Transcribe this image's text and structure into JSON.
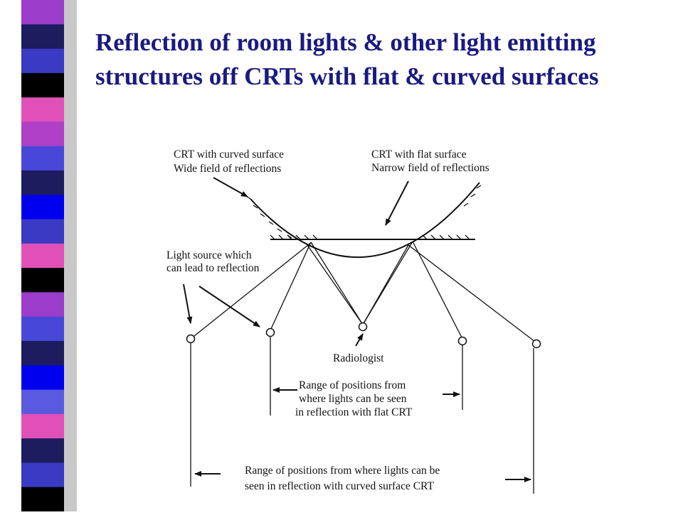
{
  "slide": {
    "title": "Reflection of room lights & other light emitting structures off CRTs with flat & curved surfaces"
  },
  "strip": {
    "colors": [
      "#9b3ccb",
      "#1c1c5e",
      "#3a3ac4",
      "#000000",
      "#e050b8",
      "#b040c8",
      "#4848d8",
      "#1c1c5e",
      "#0000ee",
      "#3a3ac4",
      "#e050b8",
      "#000000",
      "#9b3ccb",
      "#4848d8",
      "#1c1c5e",
      "#0000ee",
      "#5a5ae0",
      "#e050b8",
      "#1c1c5e",
      "#3a3ac4",
      "#000000"
    ]
  },
  "diagram": {
    "curved_label": {
      "line1": "CRT with curved surface",
      "line2": "Wide field of reflections"
    },
    "flat_label": {
      "line1": "CRT with flat surface",
      "line2": "Narrow field of reflections"
    },
    "light_label": {
      "line1": "Light source which",
      "line2": "can lead to reflection"
    },
    "radiologist_label": "Radiologist",
    "flat_range_label": {
      "line1": "Range of positions from",
      "line2": "where lights can be seen",
      "line3": "in reflection with flat CRT"
    },
    "curved_range_label": {
      "line1": "Range of positions from where lights can be",
      "line2": "seen in reflection with curved surface CRT"
    }
  }
}
